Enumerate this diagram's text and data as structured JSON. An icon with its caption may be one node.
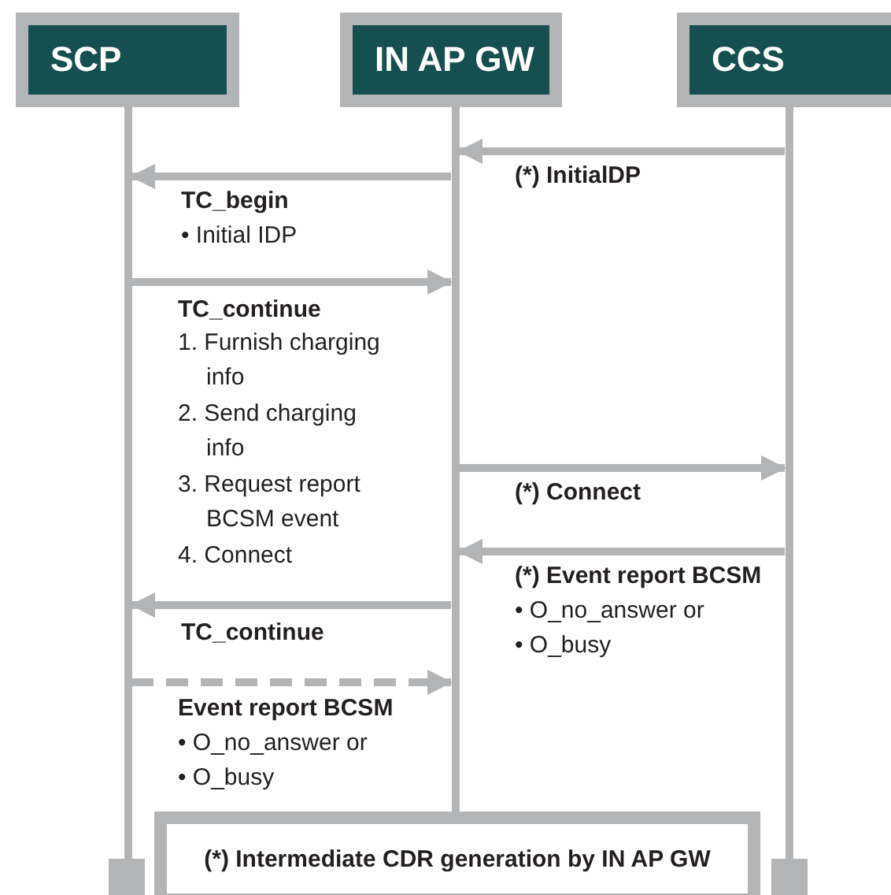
{
  "diagram": {
    "nodes": [
      {
        "text": [
          "SCP"
        ]
      },
      {
        "text": [
          "IN AP GW"
        ]
      },
      {
        "text": [
          "CCS"
        ]
      },
      {
        "text": [],
        "shape": "bar"
      },
      {
        "text": [],
        "shape": "bar"
      },
      {
        "text": [],
        "shape": "bar"
      },
      {
        "text": [
          "(*) Intermediate CDR generation by IN AP GW"
        ]
      }
    ],
    "edges": [
      {
        "from": 5,
        "to": 4,
        "arrow": "to",
        "label": "(*) InitialDP"
      },
      {
        "from": 4,
        "to": 3,
        "arrow": "to",
        "label": "TC_begin"
      },
      {
        "from": 3,
        "to": 4,
        "arrow": "to",
        "label": "TC_continue"
      },
      {
        "from": 4,
        "to": 5,
        "arrow": "to",
        "label": "(*) Connect"
      },
      {
        "from": 5,
        "to": 4,
        "arrow": "to",
        "label": "(*) Event report BCSM"
      },
      {
        "from": 4,
        "to": 3,
        "arrow": "to",
        "label": "TC_continue"
      },
      {
        "from": 3,
        "to": 4,
        "arrow": "to",
        "label": "Event report BCSM",
        "style": "dashed"
      }
    ],
    "labels": [
      "• Initial IDP",
      "1. Furnish charging info",
      "2. Send charging info",
      "3. Request report BCSM event",
      "4. Connect",
      "• O_no_answer or",
      "• O_busy",
      "• O_no_answer or",
      "• O_busy"
    ]
  }
}
